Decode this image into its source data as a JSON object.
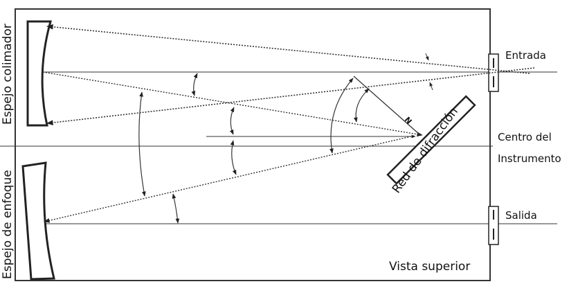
{
  "labels": {
    "entrada": "Entrada",
    "centro_line1": "Centro del",
    "centro_line2": "Instrumento",
    "salida": "Salida",
    "vista": "Vista superior",
    "colimador": "Espejo colimador",
    "enfoque": "Espejo de enfoque",
    "red": "Red de difracción",
    "normal": "N"
  },
  "colors": {
    "stroke": "#222222",
    "background": "#ffffff"
  }
}
